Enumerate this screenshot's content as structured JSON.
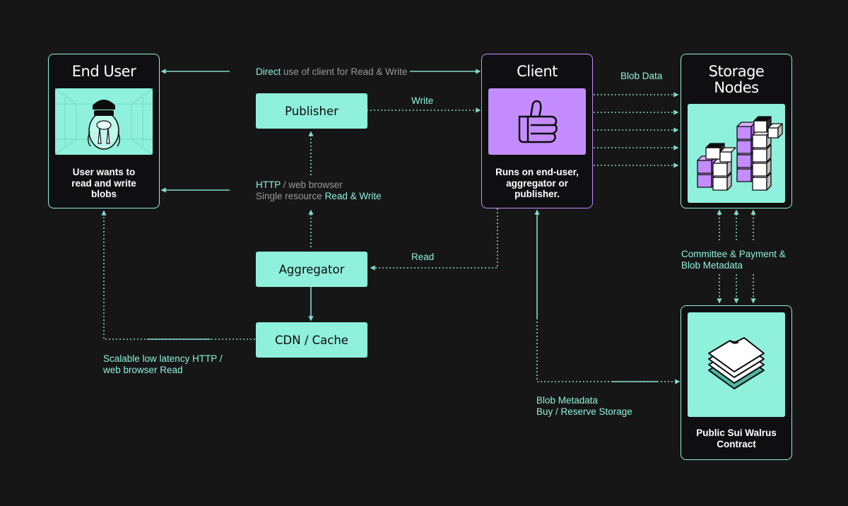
{
  "nodes": {
    "end_user": {
      "title": "End User",
      "caption": [
        "User wants to",
        "read and write",
        "blobs"
      ]
    },
    "client": {
      "title": "Client",
      "caption": [
        "Runs on end-user,",
        "aggregator or",
        "publisher."
      ]
    },
    "storage": {
      "title": [
        "Storage",
        "Nodes"
      ]
    },
    "contract": {
      "caption": [
        "Public Sui Walrus",
        "Contract"
      ]
    },
    "publisher": {
      "label": "Publisher"
    },
    "aggregator": {
      "label": "Aggregator"
    },
    "cdn": {
      "label": "CDN / Cache"
    }
  },
  "edge_labels": {
    "direct": {
      "highlight": "Direct",
      "rest": " use of client for Read & Write"
    },
    "write": "Write",
    "http": {
      "line1": "HTTP / web browser",
      "line2_grey": "Single resource ",
      "line2_highlight": "Read & Write"
    },
    "read": "Read",
    "scalable": [
      "Scalable low latency HTTP /",
      "web browser Read"
    ],
    "blob_data": "Blob Data",
    "committee": [
      "Committee & Payment &",
      "Blob Metadata"
    ],
    "blob_metadata": [
      "Blob Metadata",
      "Buy / Reserve Storage"
    ]
  },
  "colors": {
    "background": "#161616",
    "accent": "#8ff0dc",
    "purple": "#c48cff",
    "grey_text": "#9a9a9a"
  },
  "icons": [
    "walrus-mascot-icon",
    "thumbs-up-icon",
    "storage-cubes-icon",
    "stacked-sheets-icon",
    "arrowhead-icon"
  ]
}
